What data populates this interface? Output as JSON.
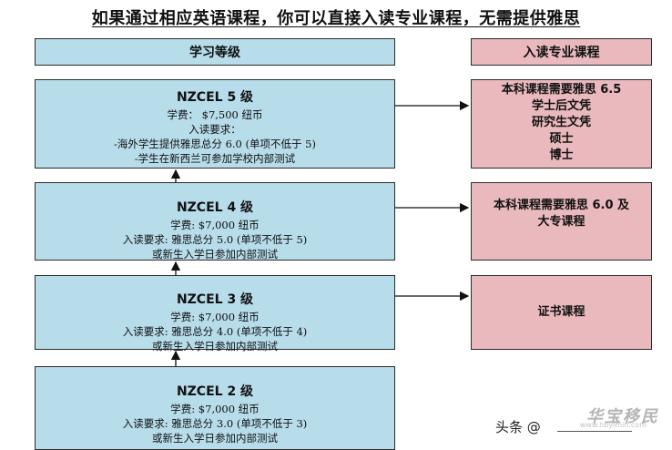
{
  "title": "如果通过相应英语课程，你可以直接入读专业课程，无需提供雅思",
  "headers": {
    "left": "学习等级",
    "right": "入读专业课程"
  },
  "levels": [
    {
      "name": "NZCEL 5 级",
      "lines": [
        "学费： $7,500 纽币",
        "入读要求：",
        "-海外学生提供雅思总分 6.0 (单项不低于 5)",
        "-学生在新西兰可参加学校内部测试"
      ]
    },
    {
      "name": "NZCEL 4 级",
      "lines": [
        "学费: $7,000 纽币",
        "入读要求: 雅思总分 5.0 (单项不低于 5)",
        "或新生入学日参加内部测试"
      ]
    },
    {
      "name": "NZCEL 3 级",
      "lines": [
        "学费: $7,000 纽币",
        "入读要求: 雅思总分 4.0 (单项不低于 4)",
        "或新生入学日参加内部测试"
      ]
    },
    {
      "name": "NZCEL 2 级",
      "lines": [
        "学费: $7,000 纽币",
        "入读要求: 雅思总分 3.0 (单项不低于 3)",
        "或新生入学日参加内部测试"
      ]
    }
  ],
  "courses": [
    {
      "lines": [
        "本科课程需要雅思 6.5",
        "学士后文凭",
        "研究生文凭",
        "硕士",
        "博士"
      ]
    },
    {
      "lines": [
        "本科课程需要雅思 6.0 及",
        "大专课程"
      ]
    },
    {
      "lines": [
        "证书课程"
      ]
    }
  ],
  "watermark": {
    "source": "头条 @",
    "brand": "华宝移民",
    "url": "www.hbyimin.com"
  }
}
